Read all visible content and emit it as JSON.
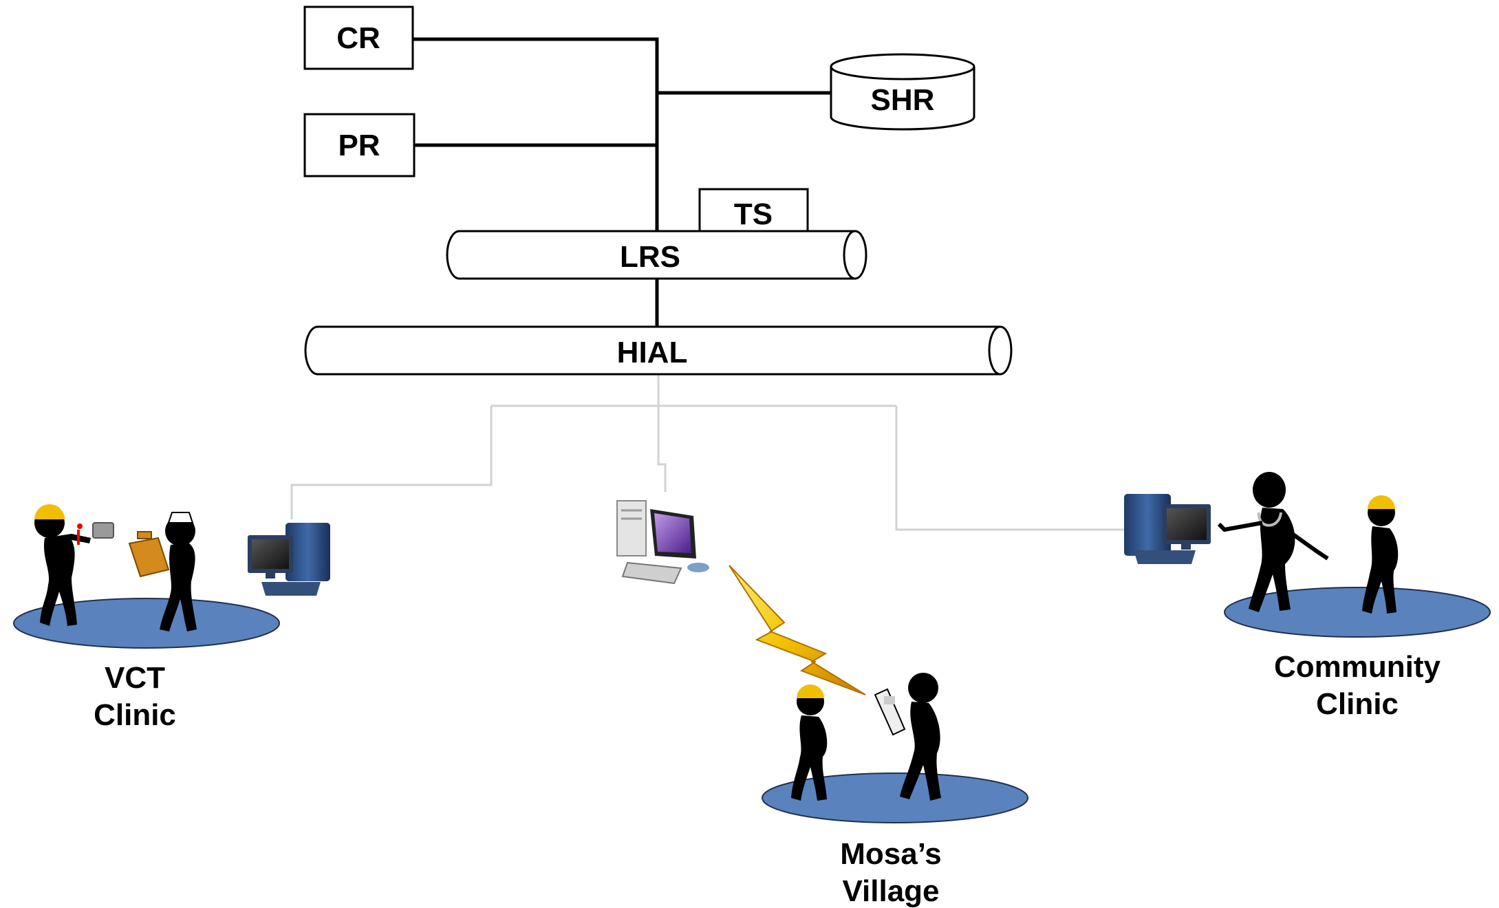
{
  "components": {
    "cr": "CR",
    "pr": "PR",
    "shr": "SHR",
    "ts": "TS",
    "lrs": "LRS",
    "hial": "HIAL"
  },
  "sites": {
    "vct": {
      "line1": "VCT",
      "line2": "Clinic"
    },
    "village": {
      "line1": "Mosa’s",
      "line2": "Village"
    },
    "community": {
      "line1": "Community",
      "line2": "Clinic"
    }
  },
  "colors": {
    "link_core": "#000000",
    "link_site": "#d2d2d2",
    "plate": "#5a82bd",
    "bolt": "#f2c200",
    "cap": "#f0c000",
    "clipboard": "#d48a1c"
  }
}
